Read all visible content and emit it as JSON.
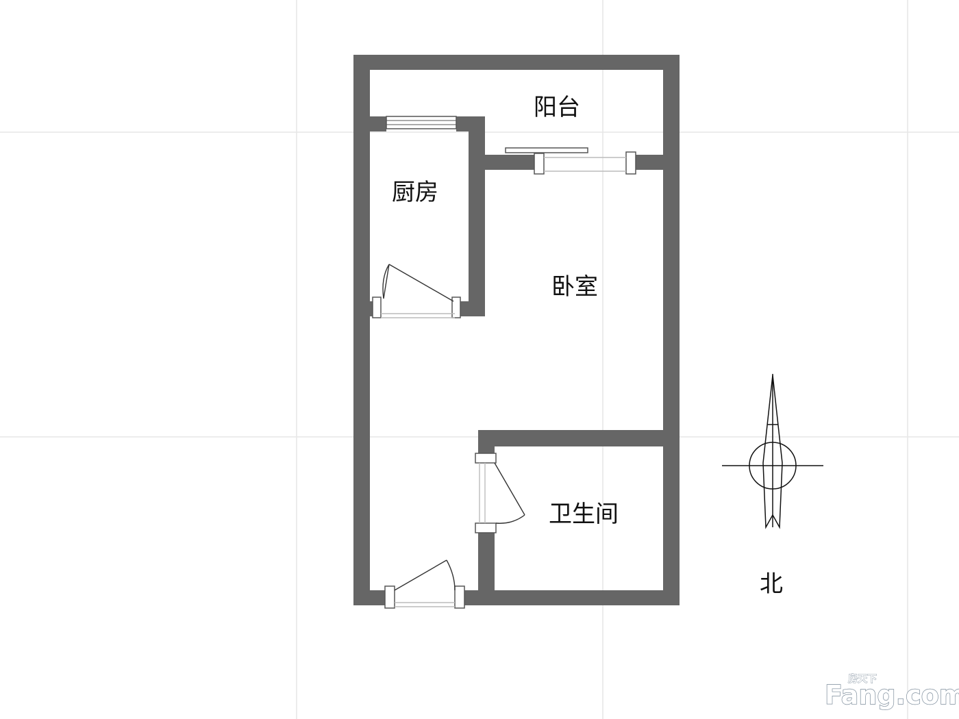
{
  "floorplan": {
    "rooms": {
      "balcony": "阳台",
      "kitchen": "厨房",
      "bedroom": "卧室",
      "bathroom": "卫生间"
    },
    "compass": {
      "north_label": "北"
    }
  },
  "watermark": {
    "cn": "房天下",
    "en": "Fang.com"
  },
  "colors": {
    "wall": "#666666",
    "background": "#ffffff",
    "grid": "#e6e6e6",
    "door_line": "#333333",
    "text": "#111111"
  }
}
